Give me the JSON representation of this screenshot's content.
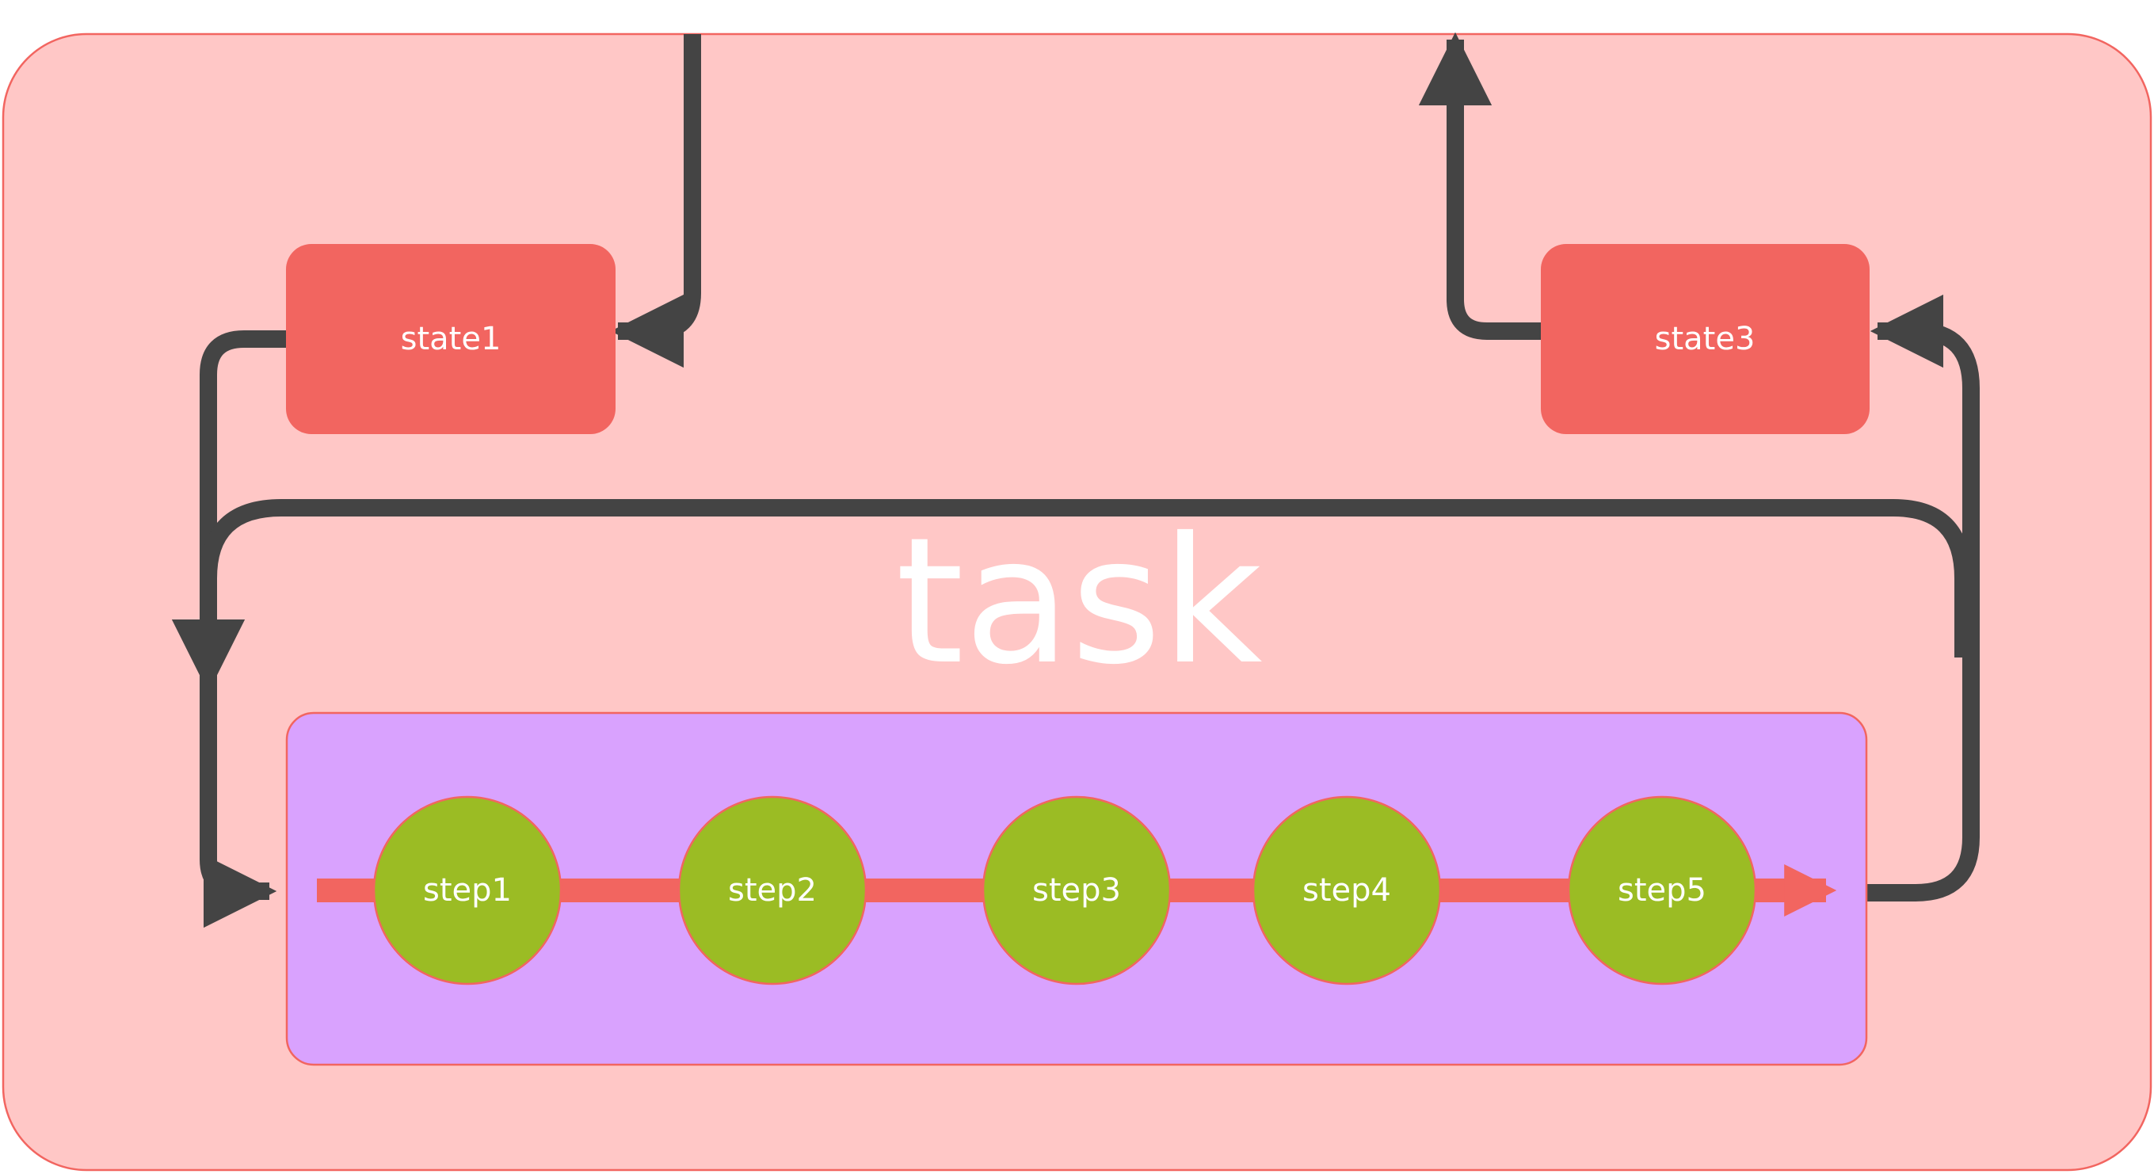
{
  "diagram": {
    "task_label": "task",
    "states": [
      {
        "label": "state1"
      },
      {
        "label": "state3"
      }
    ],
    "steps": [
      {
        "label": "step1"
      },
      {
        "label": "step2"
      },
      {
        "label": "step3"
      },
      {
        "label": "step4"
      },
      {
        "label": "step5"
      }
    ]
  },
  "colors": {
    "outer_fill": "#FFC7C6",
    "outer_stroke": "#F26560",
    "state_fill": "#F26560",
    "inner_fill": "#D9A2FE",
    "step_fill": "#9BBC24",
    "flow_arrow": "#F26560",
    "connector": "#444444",
    "text": "#FFFFFF"
  }
}
